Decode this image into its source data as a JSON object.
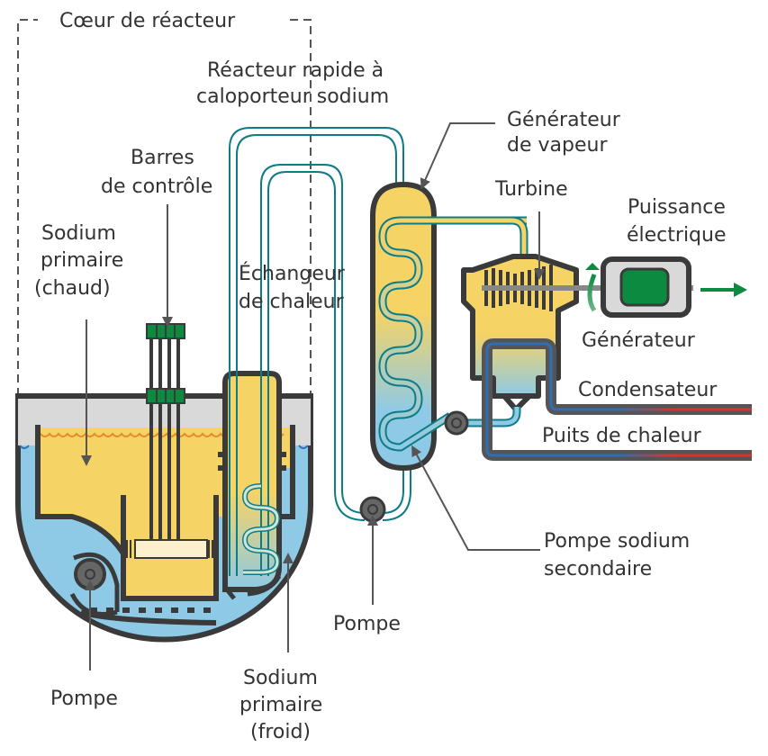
{
  "title": "Réacteur rapide à caloporteur sodium",
  "colors": {
    "outline": "#3a3a3a",
    "hot_sodium": "#f6d365",
    "cold_sodium": "#8ecae6",
    "argon_gas": "#d9d9d9",
    "pipe": "#0e7c86",
    "generator_green": "#0b8a40",
    "hot_water": "#d9342b",
    "cold_water": "#2f6db5",
    "leader": "#555555",
    "fuel": "#fdf0cc"
  },
  "labels": {
    "reactor_core": "Cœur de réacteur",
    "reactor_type_line1": "Réacteur rapide à",
    "reactor_type_line2": "caloporteur sodium",
    "steam_generator_line1": "Générateur",
    "steam_generator_line2": "de vapeur",
    "control_rods_line1": "Barres",
    "control_rods_line2": "de contrôle",
    "turbine": "Turbine",
    "electric_power_line1": "Puissance",
    "electric_power_line2": "électrique",
    "hot_primary_line1": "Sodium",
    "hot_primary_line2": "primaire",
    "hot_primary_line3": "(chaud)",
    "heat_exchanger_line1": "Échangeur",
    "heat_exchanger_line2": "de chaleur",
    "generator": "Générateur",
    "condenser": "Condensateur",
    "heat_sink": "Puits de chaleur",
    "secondary_pump_line1": "Pompe sodium",
    "secondary_pump_line2": "secondaire",
    "pump_middle": "Pompe",
    "pump_left": "Pompe",
    "cold_primary_line1": "Sodium",
    "cold_primary_line2": "primaire",
    "cold_primary_line3": "(froid)"
  }
}
